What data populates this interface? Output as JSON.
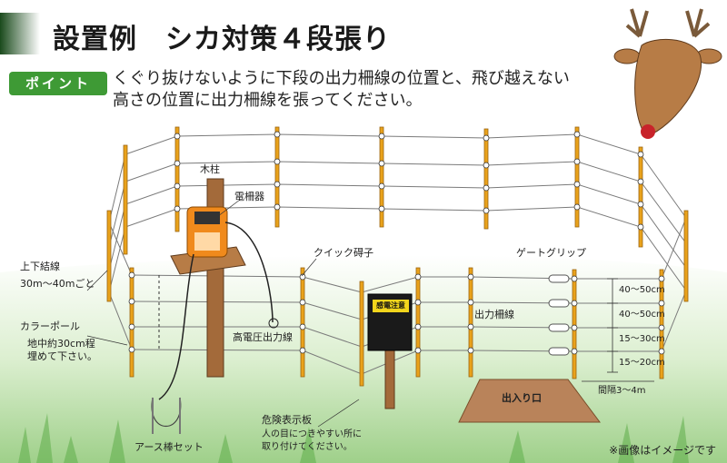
{
  "title": "設置例　シカ対策４段張り",
  "point": {
    "badge": "ポイント",
    "line1": "くぐり抜けないように下段の出力柵線の位置と、飛び越えない",
    "line2": "高さの位置に出力柵線を張ってください。"
  },
  "labels": {
    "post": "木柱",
    "energizer": "電柵器",
    "quick_insulator": "クイック碍子",
    "gate_grip": "ゲートグリップ",
    "binding": "上下結線",
    "binding_interval": "30m～40mごと",
    "color_pole": "カラーポール",
    "bury_1": "地中約30cm程",
    "bury_2": "埋めて下さい。",
    "hv_wire": "高電圧出力線",
    "output_wire": "出力柵線",
    "warning_board": "感電注意",
    "danger_sign": "危険表示板",
    "danger_note_1": "人の目につきやすい所に",
    "danger_note_2": "取り付けてください。",
    "earth_rod": "アース棒セット",
    "entrance": "出入り口",
    "gate_width": "間隔3～4m",
    "h1": "40～50cm",
    "h2": "40～50cm",
    "h3": "15～30cm",
    "h4": "15～20cm"
  },
  "note": "※画像はイメージです",
  "colors": {
    "accent_green": "#3e9a35",
    "pole_yellow": "#e9a21b",
    "wood": "#a36a3a",
    "energizer": "#f08a1c",
    "ground": "#cde7bf"
  }
}
